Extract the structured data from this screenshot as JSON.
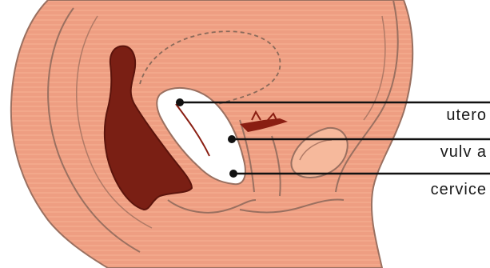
{
  "labels": {
    "utero": "utero",
    "vulva": "vulv a",
    "cervice": "cervice"
  },
  "colors": {
    "skin": "#ee9e82",
    "skin_light": "#f6b99c",
    "skin_stripe": "#f4ac8e",
    "outline": "#8a6a5a",
    "dark_organ": "#7a1f14",
    "device": "#ffffff",
    "leader": "#111111"
  }
}
